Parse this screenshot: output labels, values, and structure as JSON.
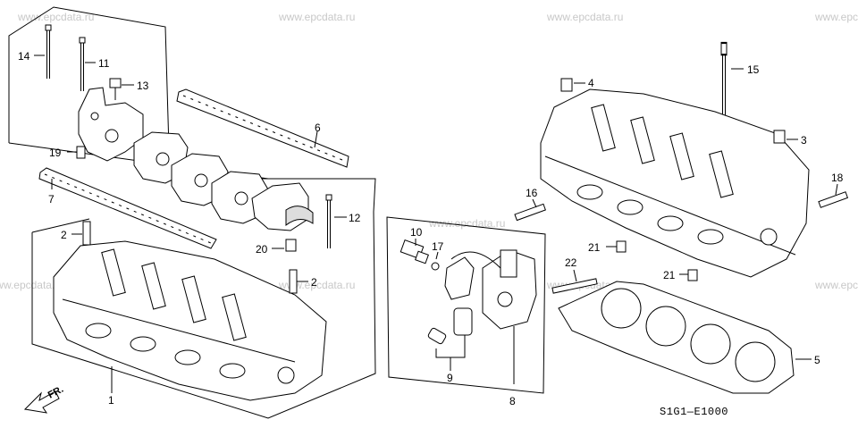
{
  "watermark": "www.epcdata.ru",
  "diagram_code": "S1G1—E1000",
  "front_label": "FR.",
  "callouts": {
    "c1": "1",
    "c2a": "2",
    "c2b": "2",
    "c3": "3",
    "c4": "4",
    "c5": "5",
    "c6": "6",
    "c7": "7",
    "c8": "8",
    "c9": "9",
    "c10": "10",
    "c11": "11",
    "c12": "12",
    "c13": "13",
    "c14": "14",
    "c15": "15",
    "c16": "16",
    "c17": "17",
    "c18": "18",
    "c19": "19",
    "c20": "20",
    "c21a": "21",
    "c21b": "21",
    "c22": "22"
  }
}
